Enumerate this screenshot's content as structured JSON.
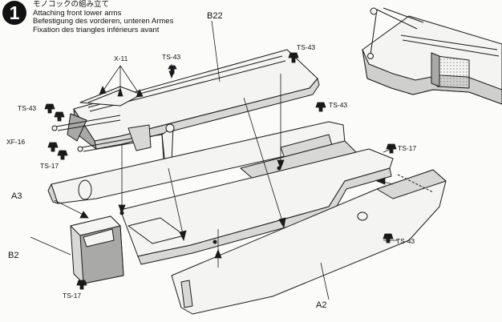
{
  "step_number": "1",
  "title": {
    "japanese": "モノコックの組み立て",
    "english": "Attaching front lower arms",
    "german": "Befestigung des vorderen, unteren Armes",
    "french": "Fixation des triangles inférieurs avant"
  },
  "parts": {
    "b22": "B22",
    "x11": "X-11",
    "ts43_top": "TS-43",
    "ts43_upper_right": "TS-43",
    "ts43_left": "TS-43",
    "ts43_mid_right": "TS-43",
    "xf16": "XF-16",
    "ts17_left": "TS-17",
    "ts17_right": "TS-17",
    "a3": "A3",
    "b2": "B2",
    "ts43_lower_right": "TS-43",
    "ts17_bottom": "TS-17",
    "a2": "A2"
  },
  "colors": {
    "line": "#1a1a1a",
    "part_fill": "#f4f4f2",
    "shade_light": "#d8d8d6",
    "shade_dark": "#a9a9a7",
    "background": "#fbfbfa"
  }
}
